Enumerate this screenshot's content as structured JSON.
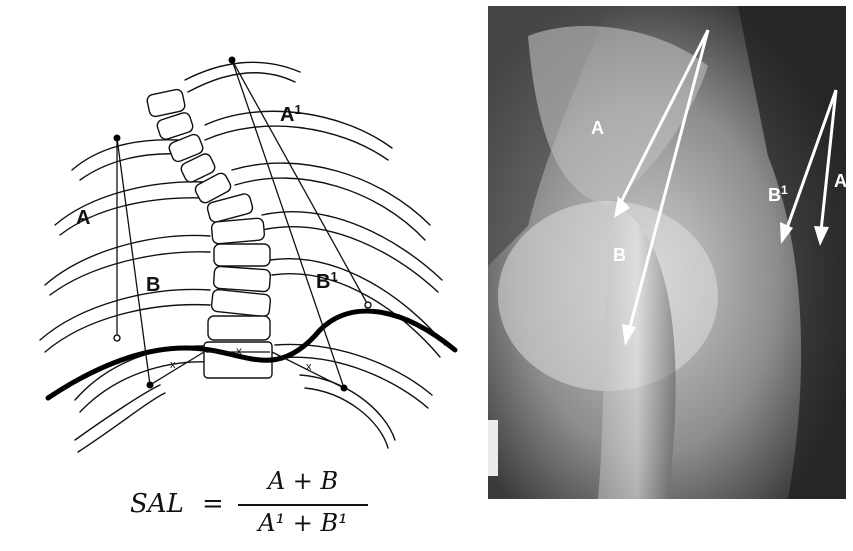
{
  "diagram": {
    "labels": {
      "a_left": "A",
      "b_left": "B",
      "a_right": "A",
      "a_right_sup": "1",
      "b_right": "B",
      "b_right_sup": "1",
      "x_center": "x",
      "x_left": "x",
      "x_right": "x"
    }
  },
  "formula": {
    "lhs": "SAL",
    "eq": "=",
    "numerator": "A + B",
    "denominator": "A¹ + B¹"
  },
  "xray": {
    "labels": {
      "a_left": "A",
      "b_left": "B",
      "a_right": "A",
      "b_right": "B",
      "b_right_sup": "1"
    },
    "colors": {
      "film": "#2b2b2b",
      "arrow": "#ffffff"
    }
  }
}
